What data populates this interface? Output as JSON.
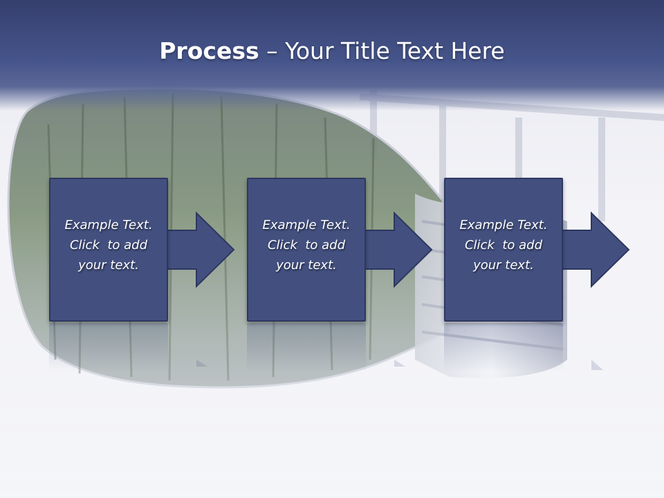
{
  "slide": {
    "title_bold": "Process",
    "title_rest": " – Your Title Text Here"
  },
  "steps": [
    {
      "line1": "Example Text.",
      "line2": "Click  to add",
      "line3": "your text."
    },
    {
      "line1": "Example Text.",
      "line2": "Click  to add",
      "line3": "your text."
    },
    {
      "line1": "Example Text.",
      "line2": "Click  to add",
      "line3": "your text."
    }
  ],
  "colors": {
    "header": "#3f4b7e",
    "box_fill": "#43507f",
    "box_border": "#2d3760",
    "text": "#ffffff",
    "background": "#eceef4"
  },
  "icons": [
    "lightbulb-forest-image",
    "arrow-right-icon"
  ]
}
